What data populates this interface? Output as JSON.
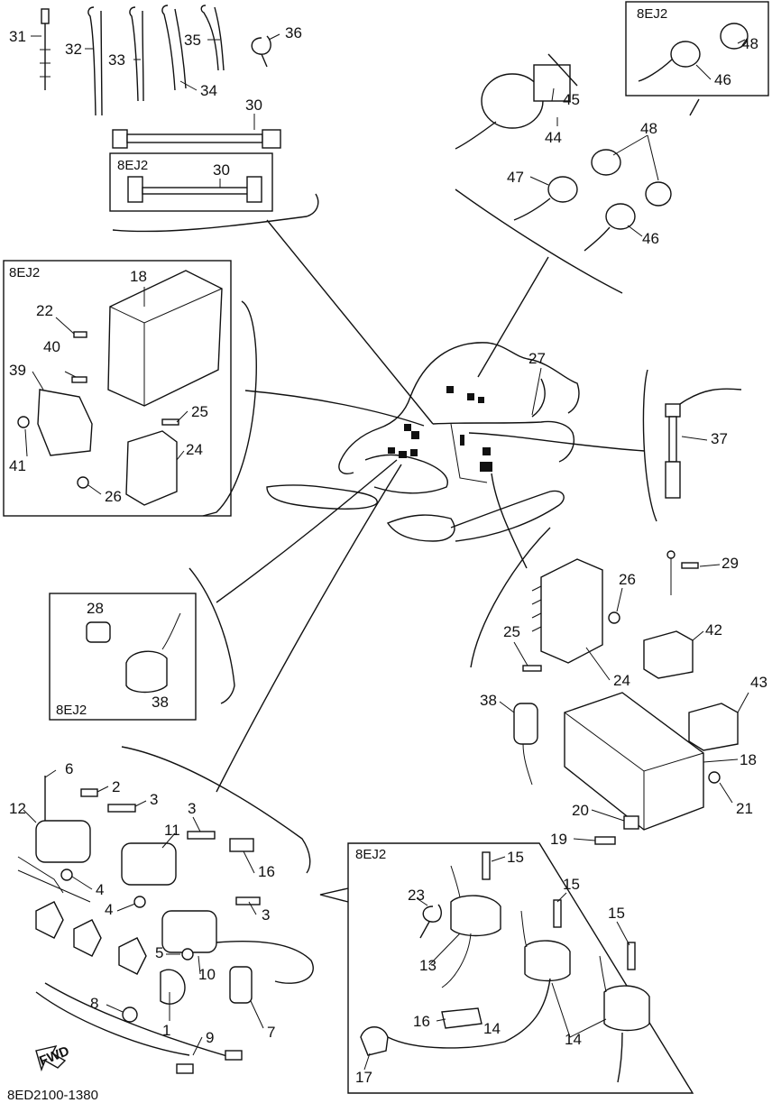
{
  "variant_tag": "8EJ2",
  "doc_code": "8ED2100-1380",
  "fwd_label": "FWD",
  "part_numbers": [
    "1",
    "2",
    "3",
    "3",
    "3",
    "4",
    "4",
    "5",
    "6",
    "7",
    "8",
    "9",
    "10",
    "11",
    "12",
    "13",
    "14",
    "14",
    "15",
    "15",
    "15",
    "16",
    "16",
    "17",
    "18",
    "18",
    "19",
    "20",
    "21",
    "22",
    "23",
    "24",
    "24",
    "25",
    "25",
    "26",
    "26",
    "27",
    "28",
    "29",
    "30",
    "30",
    "31",
    "32",
    "33",
    "34",
    "35",
    "36",
    "37",
    "38",
    "38",
    "39",
    "40",
    "41",
    "42",
    "43",
    "44",
    "45",
    "46",
    "46",
    "47",
    "48",
    "48"
  ]
}
